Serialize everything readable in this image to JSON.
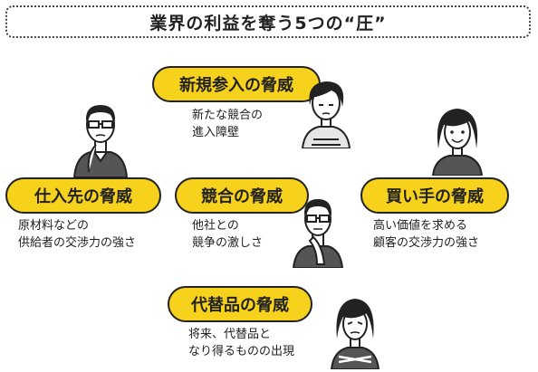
{
  "title": "業界の利益を奪う5つの“圧”",
  "forces": [
    {
      "label": "新規参入の脅威",
      "desc": [
        "新たな競合の",
        "進入障壁"
      ]
    },
    {
      "label": "仕入先の脅威",
      "desc": [
        "原材料などの",
        "供給者の交渉力の強さ"
      ]
    },
    {
      "label": "競合の脅威",
      "desc": [
        "他社との",
        "競争の激しさ"
      ]
    },
    {
      "label": "買い手の脅威",
      "desc": [
        "高い価値を求める",
        "顧客の交渉力の強さ"
      ]
    },
    {
      "label": "代替品の脅威",
      "desc": [
        "将来、代替品と",
        "なり得るものの出現"
      ]
    }
  ],
  "colors": {
    "pill": "#f7d21d",
    "outline": "#222222"
  },
  "icons": [
    "woman-short-hair-icon",
    "man-glasses-thinking-icon",
    "man-glasses-chin-icon",
    "woman-smiling-icon",
    "woman-arms-crossed-icon"
  ]
}
